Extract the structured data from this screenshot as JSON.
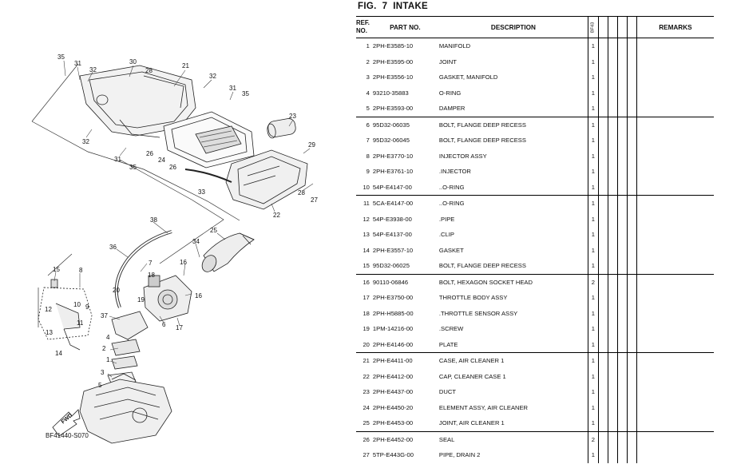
{
  "figure": {
    "label": "FIG.",
    "number": "7",
    "title": "INTAKE"
  },
  "table": {
    "headers": {
      "ref_line1": "REF.",
      "ref_line2": "NO.",
      "part_no": "PART NO.",
      "description": "DESCRIPTION",
      "qty_code": "BF43",
      "remarks": "REMARKS"
    },
    "rows": [
      {
        "ref": "1",
        "part": "2PH-E3585-10",
        "desc": "MANIFOLD",
        "qty": "1"
      },
      {
        "ref": "2",
        "part": "2PH-E3595-00",
        "desc": "JOINT",
        "qty": "1"
      },
      {
        "ref": "3",
        "part": "2PH-E3556-10",
        "desc": "GASKET, MANIFOLD",
        "qty": "1"
      },
      {
        "ref": "4",
        "part": "93210-35883",
        "desc": "O-RING",
        "qty": "1"
      },
      {
        "ref": "5",
        "part": "2PH-E3593-00",
        "desc": "DAMPER",
        "qty": "1"
      },
      {
        "ref": "6",
        "part": "95D32-06035",
        "desc": "BOLT, FLANGE DEEP RECESS",
        "qty": "1"
      },
      {
        "ref": "7",
        "part": "95D32-06045",
        "desc": "BOLT, FLANGE DEEP RECESS",
        "qty": "1"
      },
      {
        "ref": "8",
        "part": "2PH-E3770-10",
        "desc": "INJECTOR ASSY",
        "qty": "1"
      },
      {
        "ref": "9",
        "part": "2PH-E3761-10",
        "desc": ".INJECTOR",
        "qty": "1"
      },
      {
        "ref": "10",
        "part": "54P-E4147-00",
        "desc": "..O-RING",
        "qty": "1"
      },
      {
        "ref": "11",
        "part": "5CA-E4147-00",
        "desc": "..O-RING",
        "qty": "1"
      },
      {
        "ref": "12",
        "part": "54P-E3938-00",
        "desc": ".PIPE",
        "qty": "1"
      },
      {
        "ref": "13",
        "part": "54P-E4137-00",
        "desc": ".CLIP",
        "qty": "1"
      },
      {
        "ref": "14",
        "part": "2PH-E3557-10",
        "desc": "GASKET",
        "qty": "1"
      },
      {
        "ref": "15",
        "part": "95D32-06025",
        "desc": "BOLT, FLANGE DEEP RECESS",
        "qty": "1"
      },
      {
        "ref": "16",
        "part": "90110-06846",
        "desc": "BOLT, HEXAGON SOCKET HEAD",
        "qty": "2"
      },
      {
        "ref": "17",
        "part": "2PH-E3750-00",
        "desc": "THROTTLE BODY ASSY",
        "qty": "1"
      },
      {
        "ref": "18",
        "part": "2PH-H5885-00",
        "desc": ".THROTTLE SENSOR ASSY",
        "qty": "1"
      },
      {
        "ref": "19",
        "part": "1PM-14216-00",
        "desc": ".SCREW",
        "qty": "1"
      },
      {
        "ref": "20",
        "part": "2PH-E4146-00",
        "desc": "PLATE",
        "qty": "1"
      },
      {
        "ref": "21",
        "part": "2PH-E4411-00",
        "desc": "CASE, AIR CLEANER 1",
        "qty": "1"
      },
      {
        "ref": "22",
        "part": "2PH-E4412-00",
        "desc": "CAP, CLEANER CASE 1",
        "qty": "1"
      },
      {
        "ref": "23",
        "part": "2PH-E4437-00",
        "desc": "DUCT",
        "qty": "1"
      },
      {
        "ref": "24",
        "part": "2PH-E4450-20",
        "desc": "ELEMENT ASSY, AIR CLEANER",
        "qty": "1"
      },
      {
        "ref": "25",
        "part": "2PH-E4453-00",
        "desc": "JOINT, AIR CLEANER 1",
        "qty": "1"
      },
      {
        "ref": "26",
        "part": "2PH-E4452-00",
        "desc": "SEAL",
        "qty": "2"
      },
      {
        "ref": "27",
        "part": "5TP-E443G-00",
        "desc": "PIPE, DRAIN 2",
        "qty": "1"
      }
    ]
  },
  "diagram": {
    "code": "BF41440-S070",
    "fwd_label": "FWD",
    "callouts": [
      {
        "n": "35"
      },
      {
        "n": "31"
      },
      {
        "n": "32"
      },
      {
        "n": "30"
      },
      {
        "n": "28"
      },
      {
        "n": "21"
      },
      {
        "n": "32"
      },
      {
        "n": "31"
      },
      {
        "n": "35"
      },
      {
        "n": "32"
      },
      {
        "n": "31"
      },
      {
        "n": "35"
      },
      {
        "n": "26"
      },
      {
        "n": "24"
      },
      {
        "n": "26"
      },
      {
        "n": "23"
      },
      {
        "n": "29"
      },
      {
        "n": "33"
      },
      {
        "n": "28"
      },
      {
        "n": "27"
      },
      {
        "n": "22"
      },
      {
        "n": "38"
      },
      {
        "n": "25"
      },
      {
        "n": "36"
      },
      {
        "n": "34"
      },
      {
        "n": "7"
      },
      {
        "n": "16"
      },
      {
        "n": "18"
      },
      {
        "n": "15"
      },
      {
        "n": "8"
      },
      {
        "n": "20"
      },
      {
        "n": "19"
      },
      {
        "n": "16"
      },
      {
        "n": "12"
      },
      {
        "n": "10"
      },
      {
        "n": "9"
      },
      {
        "n": "37"
      },
      {
        "n": "11"
      },
      {
        "n": "6"
      },
      {
        "n": "17"
      },
      {
        "n": "13"
      },
      {
        "n": "4"
      },
      {
        "n": "14"
      },
      {
        "n": "2"
      },
      {
        "n": "1"
      },
      {
        "n": "3"
      },
      {
        "n": "5"
      }
    ]
  }
}
